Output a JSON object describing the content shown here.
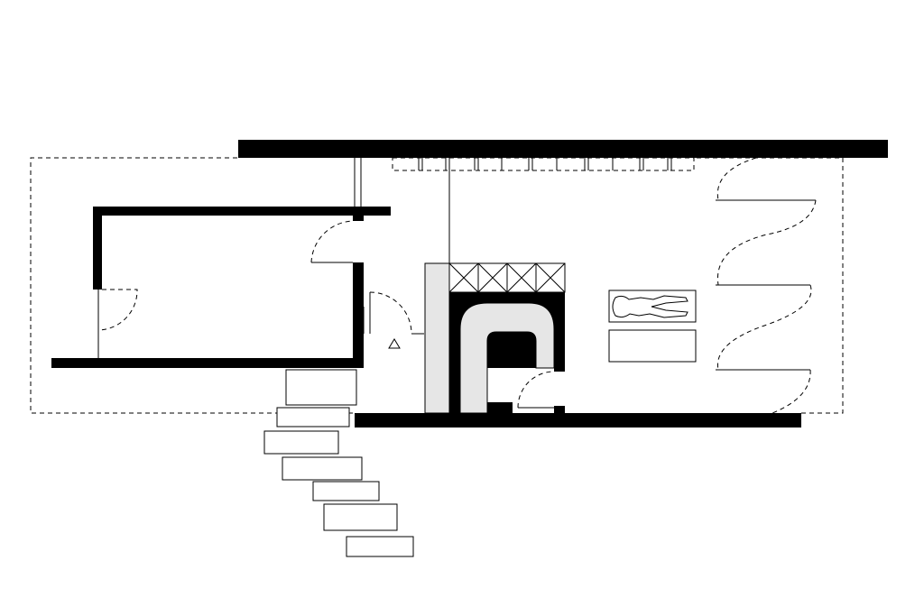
{
  "drawing": {
    "type": "architectural floor plan",
    "style": "black and white line drawing",
    "colors": {
      "wall": "#000000",
      "line": "#000000",
      "fill": "#e6e6e6",
      "background": "#ffffff"
    },
    "elements": [
      "footprint-outline",
      "north-wall",
      "south-wall",
      "west-room",
      "bathroom-core",
      "window-mullions",
      "doors",
      "beds",
      "curtains",
      "entry-marker",
      "stepping-stones"
    ]
  }
}
